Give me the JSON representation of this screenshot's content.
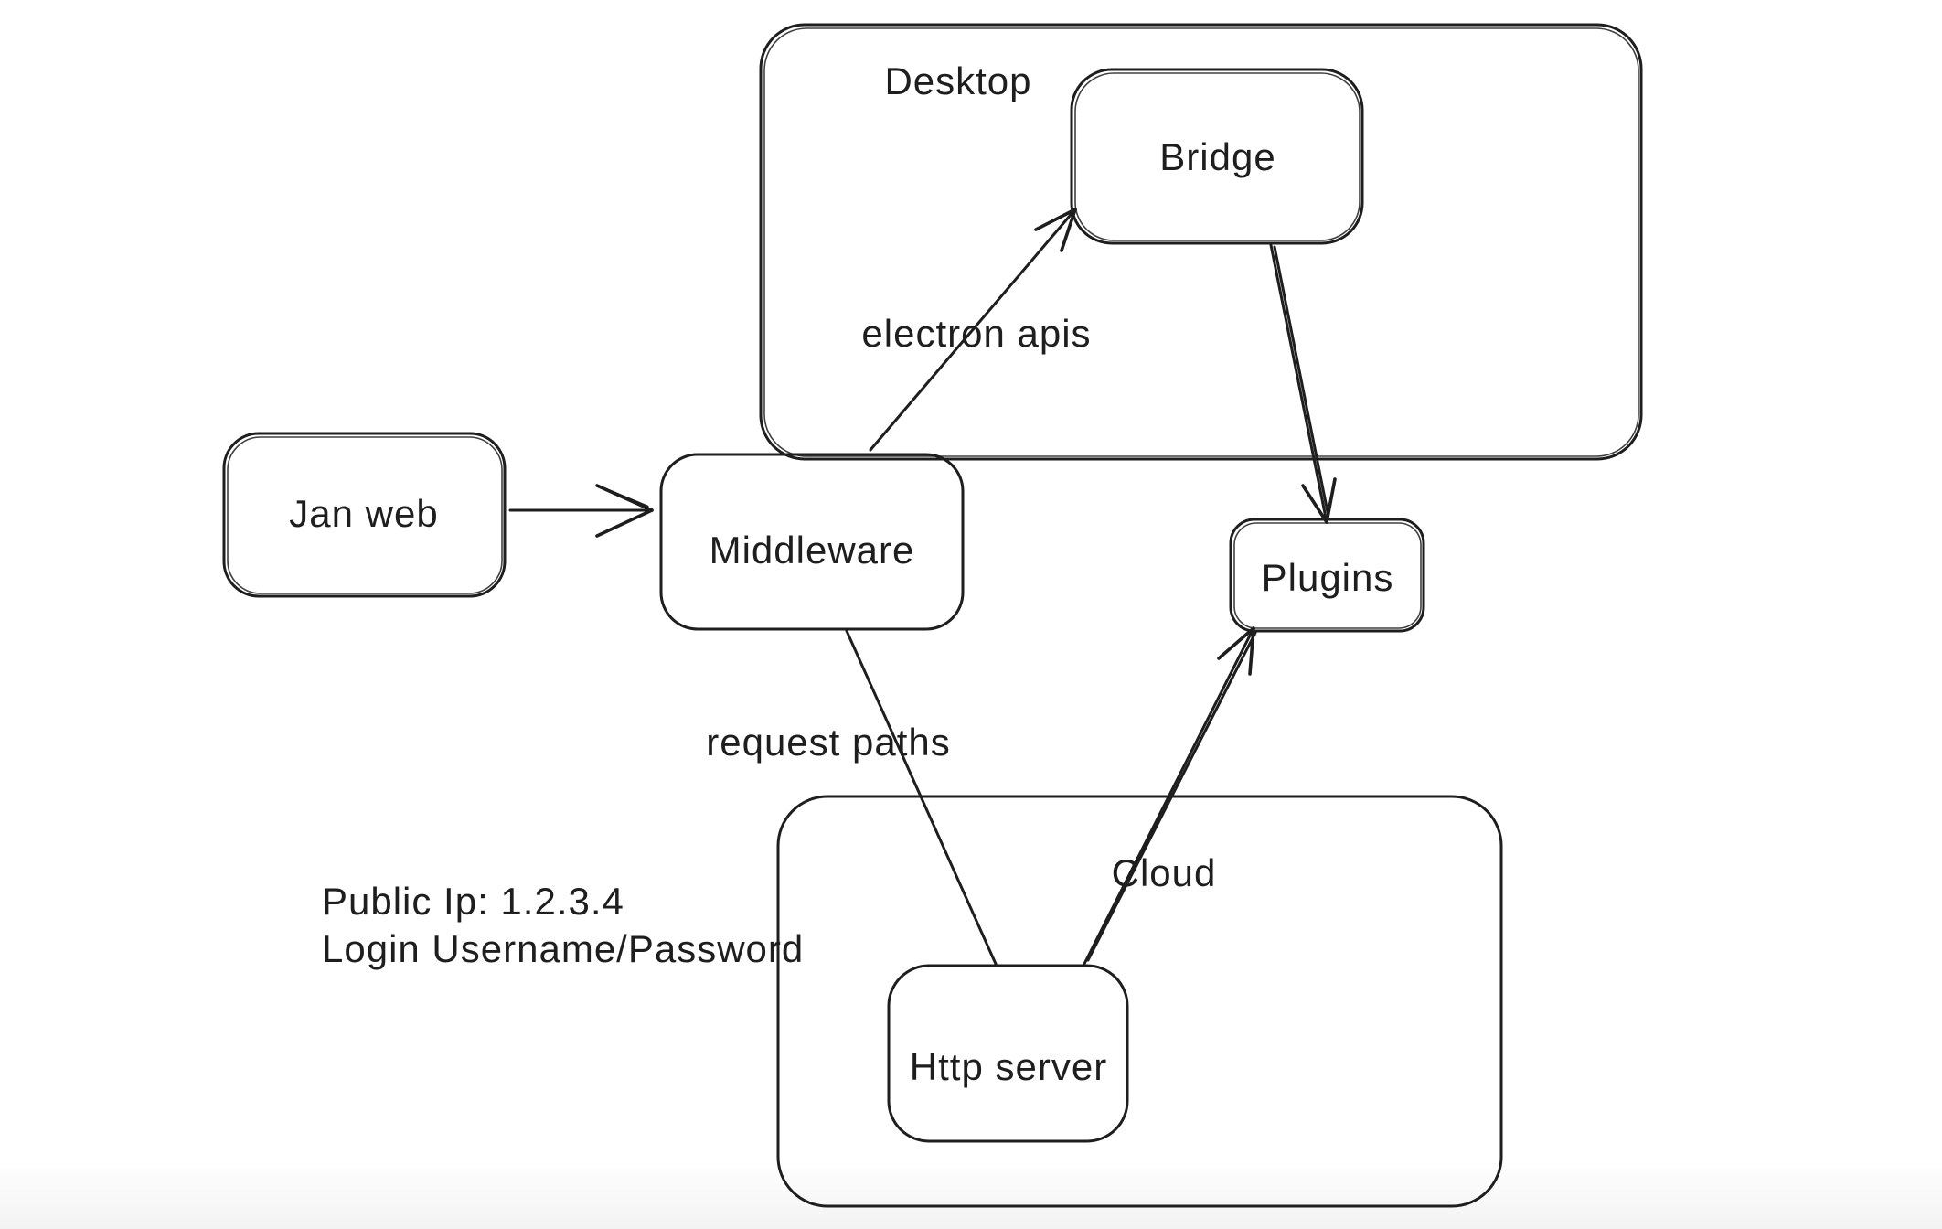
{
  "canvas": {
    "background_color": "#ffffff",
    "stroke_color": "#1e1e1e"
  },
  "diagram": {
    "containers": [
      {
        "id": "desktop",
        "label": "Desktop"
      },
      {
        "id": "cloud",
        "label": "Cloud"
      }
    ],
    "nodes": [
      {
        "id": "jan-web",
        "label": "Jan web"
      },
      {
        "id": "middleware",
        "label": "Middleware"
      },
      {
        "id": "bridge",
        "label": "Bridge",
        "inside": "desktop"
      },
      {
        "id": "plugins",
        "label": "Plugins"
      },
      {
        "id": "http-server",
        "label": "Http server",
        "inside": "cloud"
      }
    ],
    "edges": [
      {
        "from": "jan-web",
        "to": "middleware",
        "label": "",
        "arrowhead": true
      },
      {
        "from": "middleware",
        "to": "bridge",
        "label": "electron apis",
        "arrowhead": true
      },
      {
        "from": "bridge",
        "to": "plugins",
        "label": "",
        "arrowhead": true
      },
      {
        "from": "middleware",
        "to": "http-server",
        "label": "request paths",
        "arrowhead": false
      },
      {
        "from": "http-server",
        "to": "plugins",
        "label": "",
        "arrowhead": true
      }
    ],
    "annotations": [
      {
        "text": "Public Ip: 1.2.3.4"
      },
      {
        "text": "Login Username/Password"
      }
    ]
  }
}
